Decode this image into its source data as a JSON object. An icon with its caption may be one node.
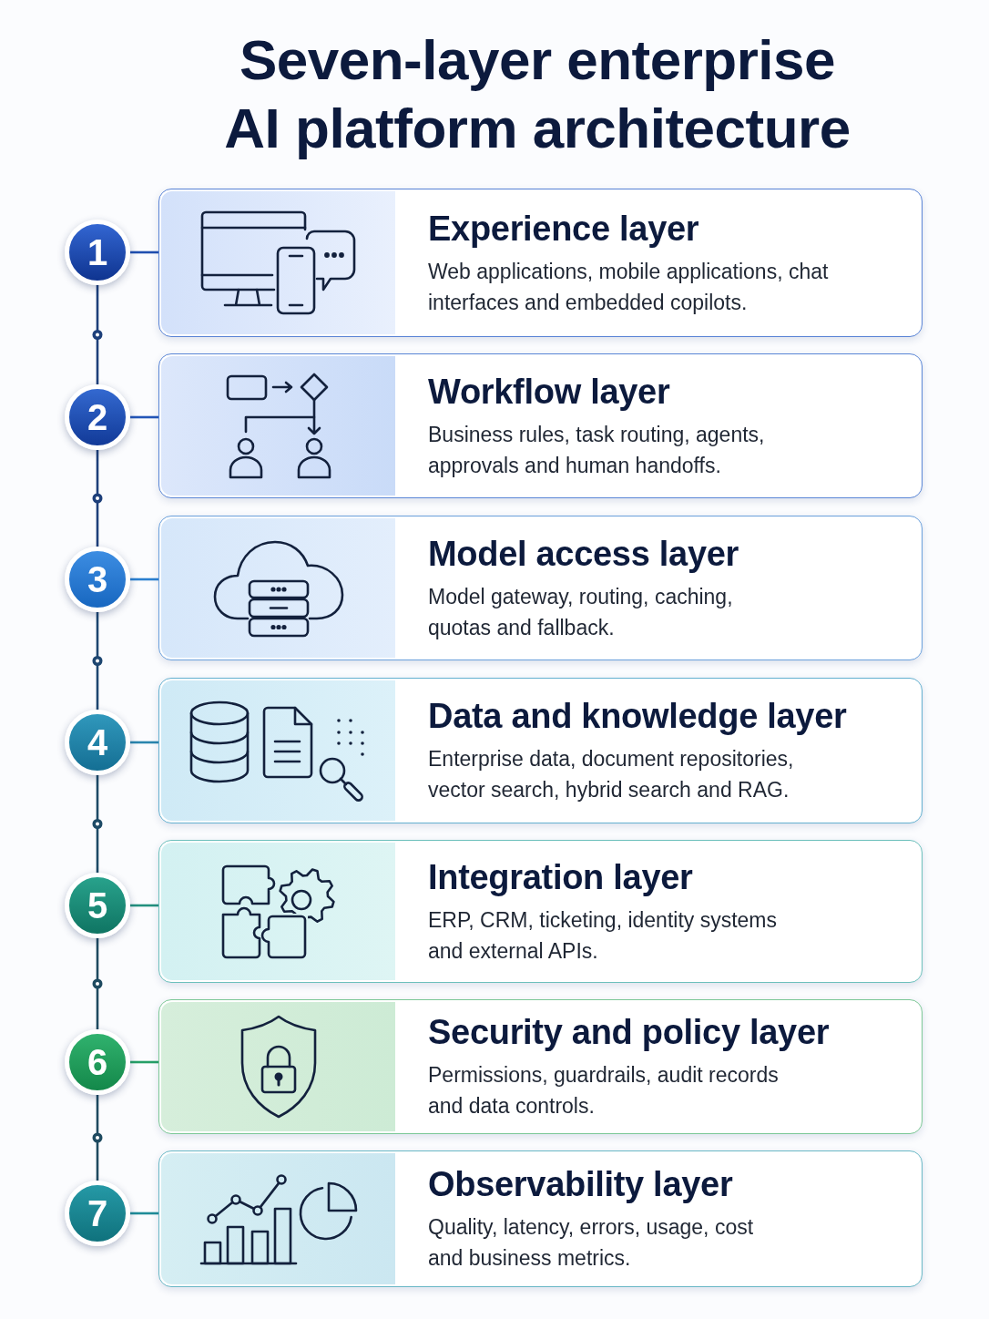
{
  "diagram": {
    "title": "Seven-layer enterprise AI platform architecture",
    "nodes": [
      {
        "text": [
          "1"
        ]
      },
      {
        "text": [
          "Experience layer",
          "Web applications, mobile applications, chat interfaces and embedded copilots."
        ]
      },
      {
        "text": [
          "2"
        ]
      },
      {
        "text": [
          "Workflow layer",
          "Business rules, task routing, agents, approvals and human handoffs."
        ]
      },
      {
        "text": [
          "3"
        ]
      },
      {
        "text": [
          "Model access layer",
          "Model gateway, routing, caching, quotas and fallback."
        ]
      },
      {
        "text": [
          "4"
        ]
      },
      {
        "text": [
          "Data and knowledge layer",
          "Enterprise data, document repositories, vector search, hybrid search and RAG."
        ]
      },
      {
        "text": [
          "5"
        ]
      },
      {
        "text": [
          "Integration layer",
          "ERP, CRM, ticketing, identity systems and external APIs."
        ]
      },
      {
        "text": [
          "6"
        ]
      },
      {
        "text": [
          "Security and policy layer",
          "Permissions, guardrails, audit records and data controls."
        ]
      },
      {
        "text": [
          "7"
        ]
      },
      {
        "text": [
          "Observability layer",
          "Quality, latency, errors, usage, cost and business metrics."
        ]
      }
    ],
    "edges": [
      {
        "from": 0,
        "to": 1,
        "arrow": "none",
        "color": "#1f4fb0"
      },
      {
        "from": 0,
        "to": 2,
        "arrow": "none",
        "color": "#1d3f7a"
      },
      {
        "from": 2,
        "to": 3,
        "arrow": "none",
        "color": "#2356b8"
      },
      {
        "from": 2,
        "to": 4,
        "arrow": "none",
        "color": "#1d3f7a"
      },
      {
        "from": 4,
        "to": 5,
        "arrow": "none",
        "color": "#2a7fd0"
      },
      {
        "from": 4,
        "to": 6,
        "arrow": "none",
        "color": "#1d4670"
      },
      {
        "from": 6,
        "to": 7,
        "arrow": "none",
        "color": "#2a86ae"
      },
      {
        "from": 6,
        "to": 8,
        "arrow": "none",
        "color": "#1d4a66"
      },
      {
        "from": 8,
        "to": 9,
        "arrow": "none",
        "color": "#23907e"
      },
      {
        "from": 8,
        "to": 10,
        "arrow": "none",
        "color": "#1e4a60"
      },
      {
        "from": 10,
        "to": 11,
        "arrow": "none",
        "color": "#26a067"
      },
      {
        "from": 10,
        "to": 12,
        "arrow": "none",
        "color": "#1e4a60"
      },
      {
        "from": 12,
        "to": 13,
        "arrow": "none",
        "color": "#1f8c98"
      }
    ]
  }
}
